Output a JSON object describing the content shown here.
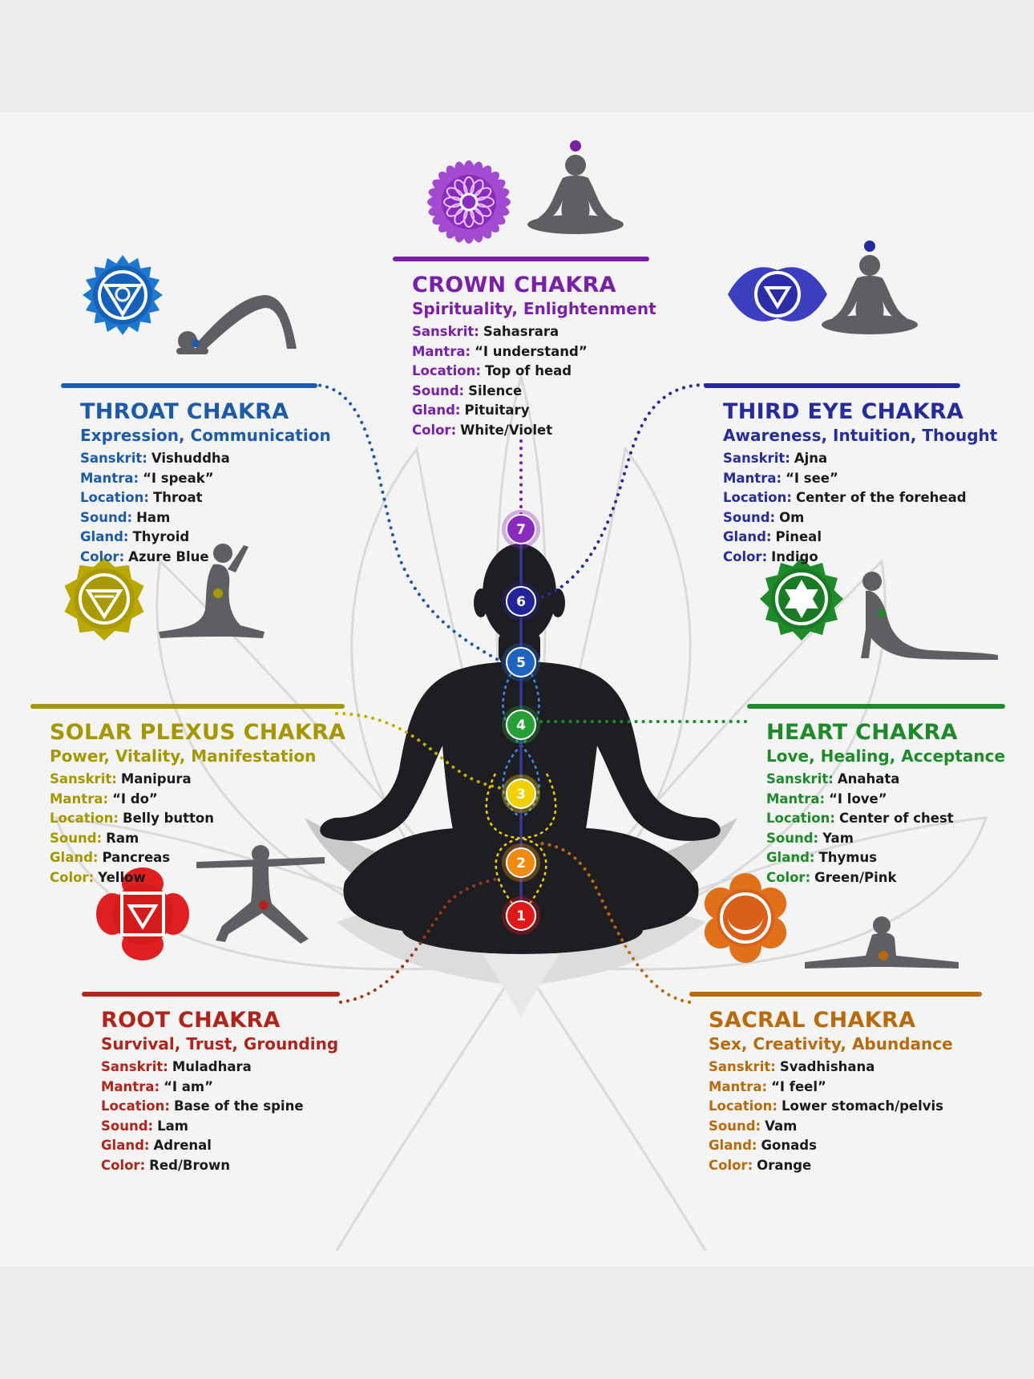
{
  "chakras": [
    {
      "id": "crown",
      "number": "7",
      "name": "CROWN CHAKRA",
      "theme": "Spirituality, Enlightenment",
      "color": "#7a1fa8",
      "rows": [
        {
          "label": "Sanskrit:",
          "value": "Sahasrara"
        },
        {
          "label": "Mantra:",
          "value": "“I understand”"
        },
        {
          "label": "Location:",
          "value": "Top of head"
        },
        {
          "label": "Sound:",
          "value": "Silence"
        },
        {
          "label": "Gland:",
          "value": "Pituitary"
        },
        {
          "label": "Color:",
          "value": "White/Violet"
        }
      ]
    },
    {
      "id": "third-eye",
      "number": "6",
      "name": "THIRD EYE CHAKRA",
      "theme": "Awareness, Intuition, Thought",
      "color": "#262c9a",
      "rows": [
        {
          "label": "Sanskrit:",
          "value": "Ajna"
        },
        {
          "label": "Mantra:",
          "value": "“I see”"
        },
        {
          "label": "Location:",
          "value": "Center of the forehead"
        },
        {
          "label": "Sound:",
          "value": "Om"
        },
        {
          "label": "Gland:",
          "value": "Pineal"
        },
        {
          "label": "Color:",
          "value": "Indigo"
        }
      ]
    },
    {
      "id": "throat",
      "number": "5",
      "name": "THROAT CHAKRA",
      "theme": "Expression, Communication",
      "color": "#1d5aa8",
      "rows": [
        {
          "label": "Sanskrit:",
          "value": "Vishuddha"
        },
        {
          "label": "Mantra:",
          "value": "“I speak”"
        },
        {
          "label": "Location:",
          "value": "Throat"
        },
        {
          "label": "Sound:",
          "value": "Ham"
        },
        {
          "label": "Gland:",
          "value": "Thyroid"
        },
        {
          "label": "Color:",
          "value": "Azure Blue"
        }
      ]
    },
    {
      "id": "heart",
      "number": "4",
      "name": "HEART CHAKRA",
      "theme": "Love, Healing, Acceptance",
      "color": "#1e8a2a",
      "rows": [
        {
          "label": "Sanskrit:",
          "value": "Anahata"
        },
        {
          "label": "Mantra:",
          "value": "“I love”"
        },
        {
          "label": "Location:",
          "value": "Center of chest"
        },
        {
          "label": "Sound:",
          "value": "Yam"
        },
        {
          "label": "Gland:",
          "value": "Thymus"
        },
        {
          "label": "Color:",
          "value": "Green/Pink"
        }
      ]
    },
    {
      "id": "solar-plexus",
      "number": "3",
      "name": "SOLAR PLEXUS CHAKRA",
      "theme": "Power, Vitality, Manifestation",
      "color": "#a59700",
      "rows": [
        {
          "label": "Sanskrit:",
          "value": "Manipura"
        },
        {
          "label": "Mantra:",
          "value": "“I do”"
        },
        {
          "label": "Location:",
          "value": "Belly button"
        },
        {
          "label": "Sound:",
          "value": "Ram"
        },
        {
          "label": "Gland:",
          "value": "Pancreas"
        },
        {
          "label": "Color:",
          "value": "Yellow"
        }
      ]
    },
    {
      "id": "sacral",
      "number": "2",
      "name": "SACRAL CHAKRA",
      "theme": "Sex, Creativity, Abundance",
      "color": "#b86a0c",
      "rows": [
        {
          "label": "Sanskrit:",
          "value": "Svadhishana"
        },
        {
          "label": "Mantra:",
          "value": "“I feel”"
        },
        {
          "label": "Location:",
          "value": "Lower stomach/pelvis"
        },
        {
          "label": "Sound:",
          "value": "Vam"
        },
        {
          "label": "Gland:",
          "value": "Gonads"
        },
        {
          "label": "Color:",
          "value": "Orange"
        }
      ]
    },
    {
      "id": "root",
      "number": "1",
      "name": "ROOT CHAKRA",
      "theme": "Survival, Trust, Grounding",
      "color": "#b0241c",
      "rows": [
        {
          "label": "Sanskrit:",
          "value": "Muladhara"
        },
        {
          "label": "Mantra:",
          "value": "“I am”"
        },
        {
          "label": "Location:",
          "value": "Base of the spine"
        },
        {
          "label": "Sound:",
          "value": "Lam"
        },
        {
          "label": "Gland:",
          "value": "Adrenal"
        },
        {
          "label": "Color:",
          "value": "Red/Brown"
        }
      ]
    }
  ],
  "body_dots": {
    "crown": "#8a2bc0",
    "third-eye": "#22249a",
    "throat": "#1e63c0",
    "heart": "#26a035",
    "solar-plexus": "#f0d000",
    "sacral": "#f08a10",
    "root": "#e01818"
  },
  "icons": {
    "crown": "lotus-crown-icon",
    "third-eye": "eye-triangle-icon",
    "throat": "throat-triangle-icon",
    "heart": "star-heart-icon",
    "solar-plexus": "triangle-solar-icon",
    "sacral": "crescent-sacral-icon",
    "root": "square-root-icon"
  }
}
